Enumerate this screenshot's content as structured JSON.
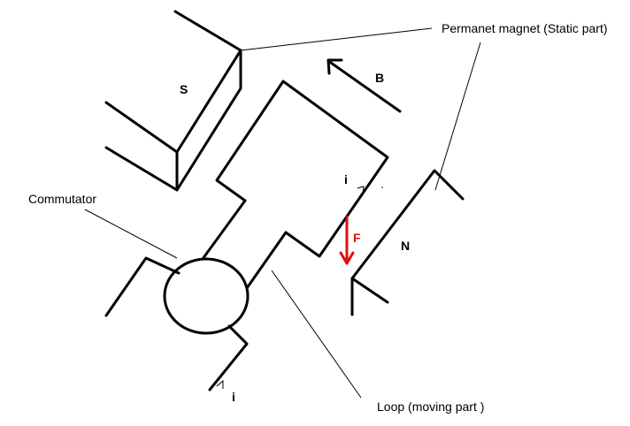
{
  "labels": {
    "magnet": "Permanet magnet (Static part)",
    "south": "S",
    "north": "N",
    "field": "B",
    "current_top": "i",
    "current_bottom": "i",
    "force": "F",
    "commutator": "Commutator",
    "loop": "Loop  (moving part )"
  },
  "colors": {
    "line": "#000000",
    "force": "#e01010"
  }
}
